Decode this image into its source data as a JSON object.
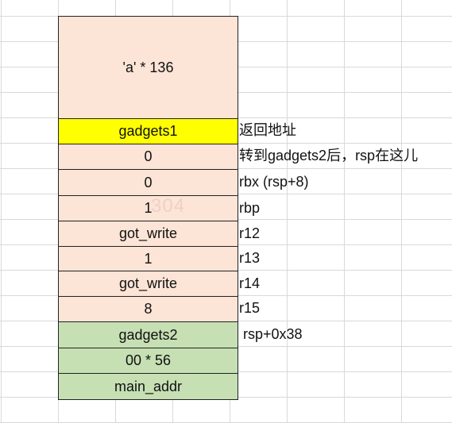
{
  "colors": {
    "salmon": "#fce4d6",
    "yellow": "#ffff00",
    "green": "#c6e0b4"
  },
  "stack": [
    {
      "label": "'a'   * 136",
      "fill": "salmon"
    },
    {
      "label": "gadgets1",
      "fill": "yellow"
    },
    {
      "label": "0",
      "fill": "salmon"
    },
    {
      "label": "0",
      "fill": "salmon"
    },
    {
      "label": "1",
      "fill": "salmon"
    },
    {
      "label": "got_write",
      "fill": "salmon"
    },
    {
      "label": "1",
      "fill": "salmon"
    },
    {
      "label": "got_write",
      "fill": "salmon"
    },
    {
      "label": "8",
      "fill": "salmon"
    },
    {
      "label": "gadgets2",
      "fill": "green"
    },
    {
      "label": "00 * 56",
      "fill": "green"
    },
    {
      "label": "main_addr",
      "fill": "green"
    }
  ],
  "notes": [
    "返回地址",
    "转到gadgets2后，rsp在这儿",
    "rbx   (rsp+8)",
    "rbp",
    "r12",
    "r13",
    "r14",
    "r15",
    " rsp+0x38"
  ],
  "watermark": "304"
}
